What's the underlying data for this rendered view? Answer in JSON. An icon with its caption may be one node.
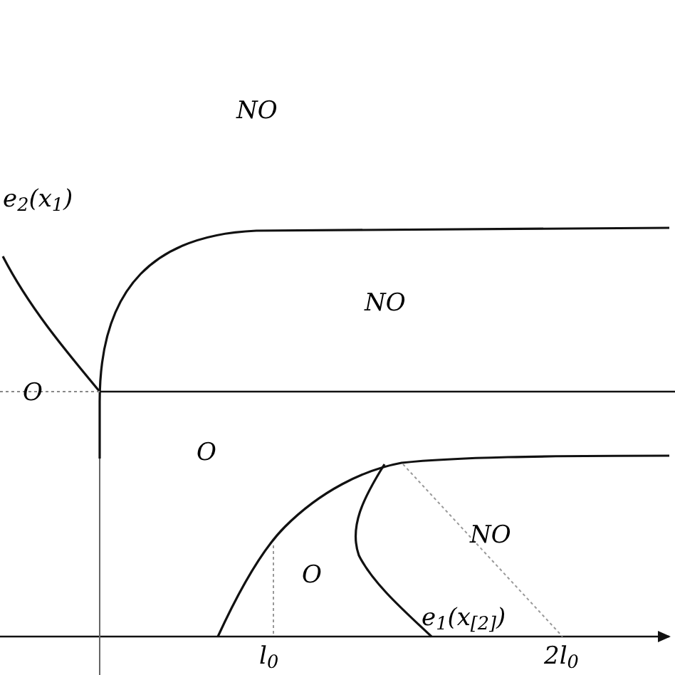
{
  "diagram": {
    "labels": [
      "NO",
      "e$_{2}$(x$_{1}$)",
      "NO",
      "O",
      "O",
      "O",
      "NO",
      "e$_{1}$(x$_{[2]}$)",
      "l$_{0}$",
      "2l$_{0}$"
    ]
  }
}
